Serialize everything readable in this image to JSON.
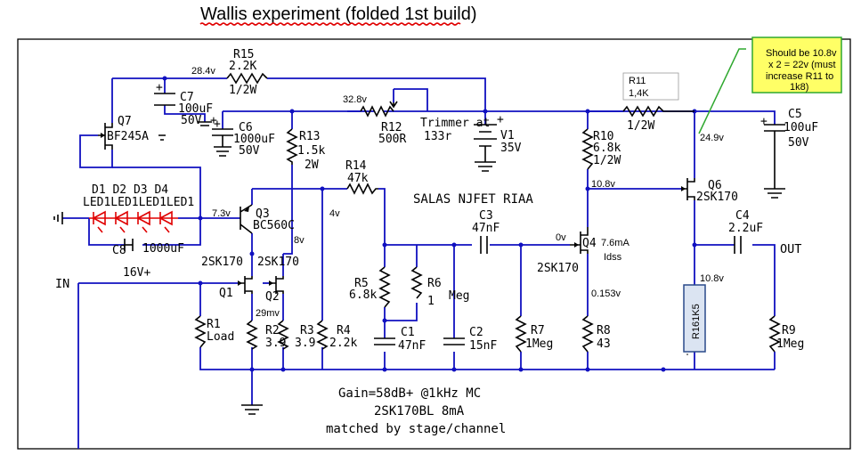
{
  "title": "Wallis experiment (folded 1st build)",
  "circuit_name": "SALAS NJFET RIAA",
  "notes": {
    "gain": "Gain=58dB+ @1kHz MC",
    "device": "2SK170BL 8mA",
    "matched": "matched by stage/channel"
  },
  "callout": {
    "line1": "Should  be 10.8v",
    "line2": "x 2 = 22v (must",
    "line3": "increase R11 to",
    "line4": "1k8)"
  },
  "io": {
    "in": "IN",
    "out": "OUT"
  },
  "voltages": {
    "v_r15": "28.4v",
    "v_r12": "32.8v",
    "v_4v": "4v",
    "v_8v": "8v",
    "v_7_3v": "7.3v",
    "v_29mv": "29mv",
    "v_10_8a": "10.8v",
    "v_0v": "0v",
    "v_24_9v": "24.9v",
    "v_10_8b": "10.8v",
    "v_0_153v": "0.153v",
    "v_7_6ma": "7.6mA",
    "idss": "Idss",
    "trimmer_at": "Trimmer at",
    "trimmer_val": "133r"
  },
  "components": {
    "r15": {
      "name": "R15",
      "value": "2.2K",
      "rating": "1/2W"
    },
    "r12": {
      "name": "R12",
      "value": "500R"
    },
    "r11": {
      "name": "R11",
      "value": "1,4K",
      "rating": "1/2W"
    },
    "v1": {
      "name": "V1",
      "value": "35V"
    },
    "c5": {
      "name": "C5",
      "value": "100uF",
      "rating": "50V"
    },
    "c7": {
      "name": "C7",
      "value": "100uF",
      "rating": "50V"
    },
    "q7": {
      "name": "Q7",
      "value": "BF245A"
    },
    "c6": {
      "name": "C6",
      "value": "1000uF",
      "rating": "50V"
    },
    "r13": {
      "name": "R13",
      "value": "1.5k",
      "rating": "2W"
    },
    "r14": {
      "name": "R14",
      "value": "47k"
    },
    "r10": {
      "name": "R10",
      "value": "6.8k",
      "rating": "1/2W"
    },
    "q6": {
      "name": "Q6",
      "value": "2SK170"
    },
    "d_labels": "D1 D2 D3 D4",
    "d_values": "LED1LED1LED1LED1",
    "q3": {
      "name": "Q3",
      "value": "BC560C"
    },
    "c8": {
      "name": "C8",
      "value": "1000uF",
      "rating": "16V+"
    },
    "c3": {
      "name": "C3",
      "value": "47nF"
    },
    "q4": {
      "name": "Q4",
      "value": "2SK170"
    },
    "c4": {
      "name": "C4",
      "value": "2.2uF"
    },
    "q1": {
      "name": "Q1",
      "value": "2SK170"
    },
    "q2": {
      "name": "Q2",
      "value": "2SK170"
    },
    "r5": {
      "name": "R5",
      "value": "6.8k"
    },
    "r6": {
      "name": "R6",
      "value": "1",
      "extra": "Meg"
    },
    "r1": {
      "name": "R1",
      "value": "Load"
    },
    "r2": {
      "name": "R2",
      "value": "3.9"
    },
    "r3": {
      "name": "R3",
      "value": "3.9"
    },
    "r4": {
      "name": "R4",
      "value": "2.2k"
    },
    "c1": {
      "name": "C1",
      "value": "47nF"
    },
    "c2": {
      "name": "C2",
      "value": "15nF"
    },
    "r7": {
      "name": "R7",
      "value": "1Meg"
    },
    "r8": {
      "name": "R8",
      "value": "43"
    },
    "r16": {
      "name": "R161K5"
    },
    "r9": {
      "name": "R9",
      "value": "1Meg"
    }
  }
}
